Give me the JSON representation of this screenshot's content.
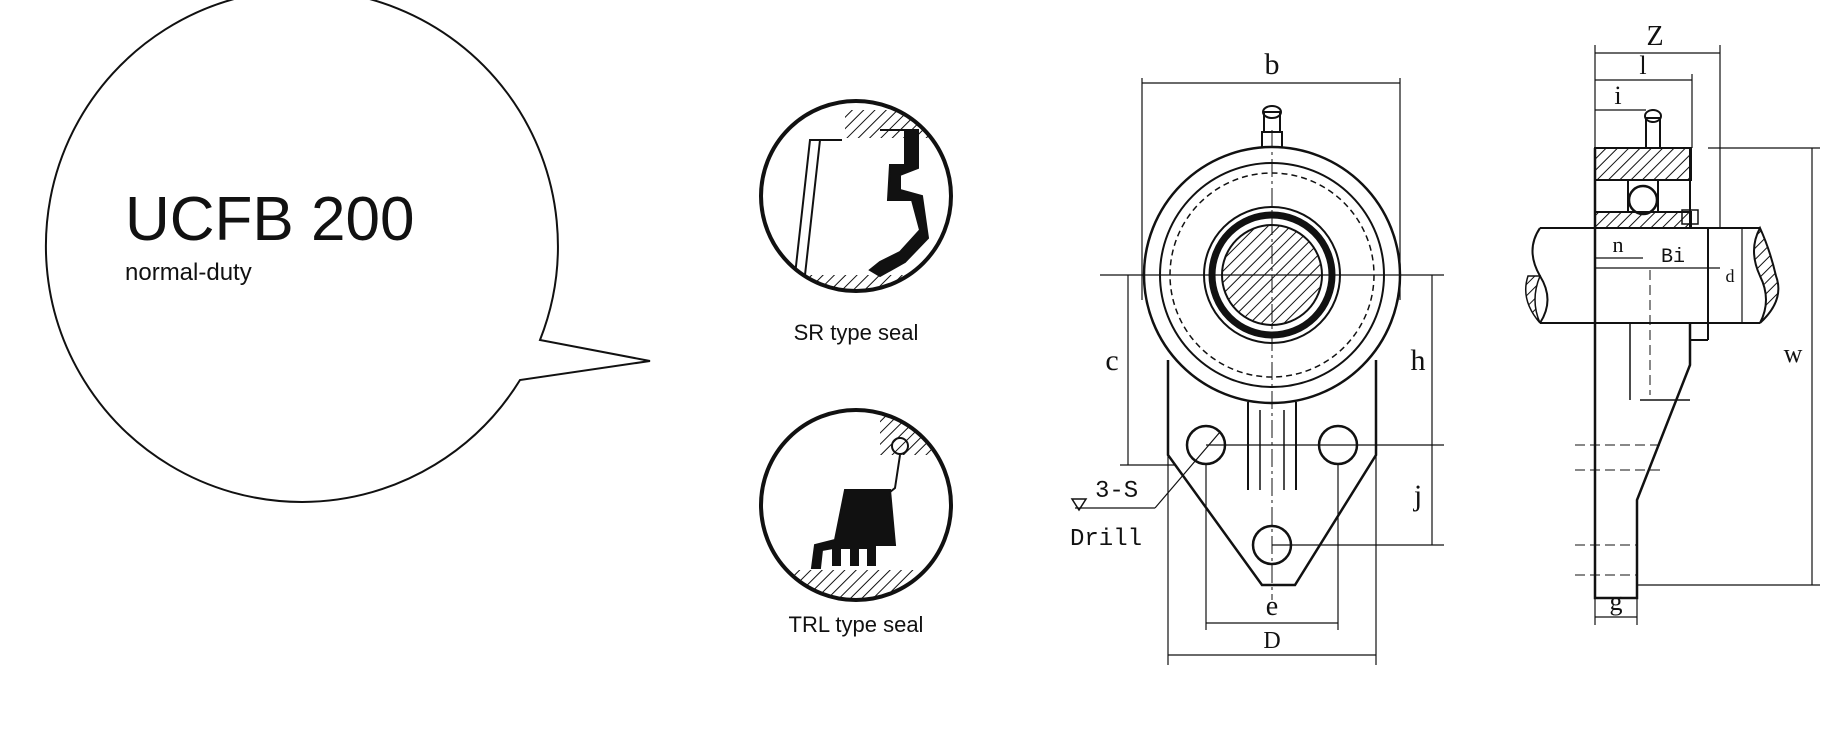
{
  "callout": {
    "model": "UCFB 200",
    "duty": "normal-duty"
  },
  "seals": {
    "sr_caption": "SR type seal",
    "trl_caption": "TRL type seal"
  },
  "front_view": {
    "dim_b": "b",
    "dim_c": "c",
    "dim_h": "h",
    "dim_j": "j",
    "dim_e": "e",
    "dim_D": "D",
    "holes": "3-S",
    "drill": "Drill"
  },
  "side_view": {
    "dim_Z": "Z",
    "dim_l": "l",
    "dim_i": "i",
    "dim_n": "n",
    "dim_Bi": "Bi",
    "dim_d": "d",
    "dim_w": "w",
    "dim_g": "g"
  },
  "colors": {
    "ink": "#111111",
    "paper": "#ffffff"
  }
}
